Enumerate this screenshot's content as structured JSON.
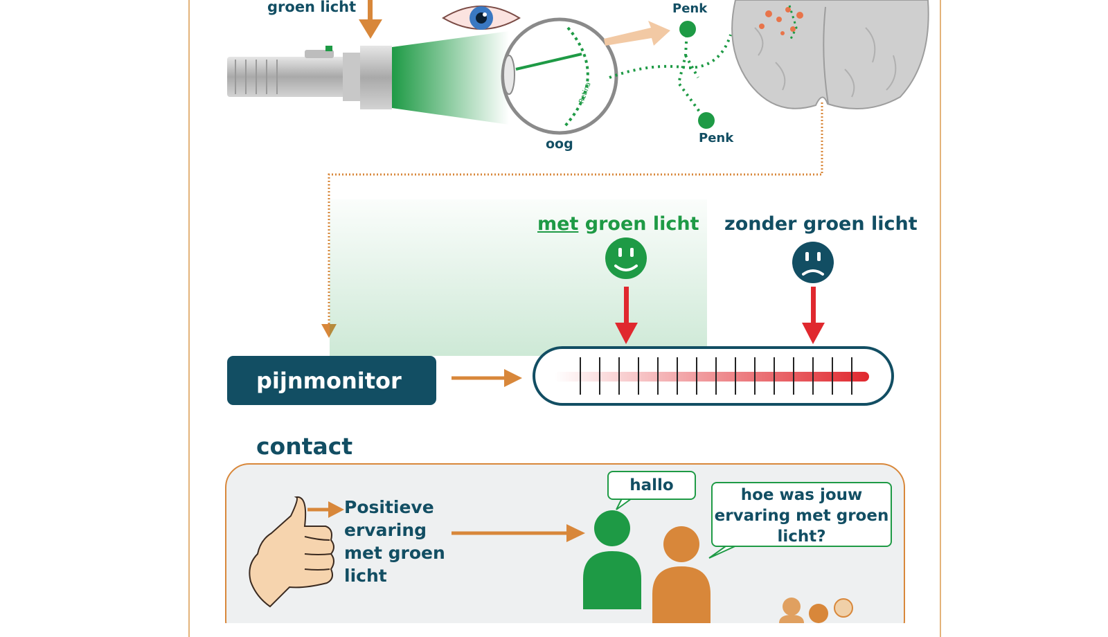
{
  "labels": {
    "green_light_top": "groen licht",
    "eye": "oog",
    "retina": "Retina",
    "penk_top": "Penk",
    "penk_bottom": "Penk",
    "with_prefix": "met",
    "with_rest": "groen licht",
    "without": "zonder groen licht",
    "pain_monitor": "pijnmonitor",
    "contact": "contact",
    "positive_experience": "Positieve ervaring met groen licht",
    "bubble_hello": "hallo",
    "bubble_question": "hoe was jouw ervaring met groen licht?"
  },
  "colors": {
    "teal": "#124e63",
    "green": "#1e9a45",
    "orange": "#d8873a",
    "red": "#e0282e",
    "frame": "#e3b37a",
    "panel": "#eef0f1"
  },
  "icons": {
    "flashlight": "flashlight-icon",
    "eye": "eye-icon",
    "brain": "brain-icon",
    "happy_face": "happy-face-icon",
    "sad_face": "sad-face-icon",
    "thumbs_up": "thumbs-up-icon",
    "person_green": "person-green-icon",
    "person_orange": "person-orange-icon",
    "group": "group-icon"
  }
}
